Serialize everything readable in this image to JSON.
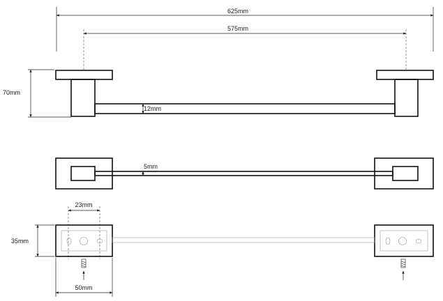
{
  "drawing": {
    "dimensions": {
      "overall_width": "625mm",
      "mount_spacing": "575mm",
      "height": "70mm",
      "bar_thickness_side": "12mm",
      "bar_thickness_top": "5mm",
      "hole_spacing": "23mm",
      "base_depth": "35mm",
      "base_width": "50mm"
    }
  }
}
